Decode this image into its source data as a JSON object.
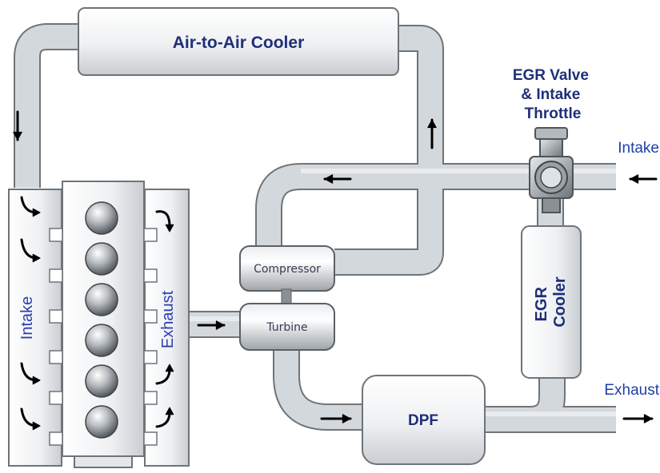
{
  "diagram": {
    "components": {
      "air_cooler": "Air-to-Air Cooler",
      "egr_valve": [
        "EGR Valve",
        "& Intake",
        "Throttle"
      ],
      "compressor": "Compressor",
      "turbine": "Turbine",
      "dpf": "DPF",
      "egr_cooler": [
        "EGR",
        "Cooler"
      ]
    },
    "labels": {
      "intake_manifold": "Intake",
      "exhaust_manifold": "Exhaust",
      "intake_inlet": "Intake",
      "exhaust_outlet": "Exhaust"
    },
    "engine": {
      "cylinder_count": 6
    },
    "colors": {
      "pipe_fill": "#d3d8dc",
      "pipe_stroke": "#6e7478",
      "component_fill": "#f4f5f6",
      "dark_text": "#1f2f78",
      "side_text": "#2a3fae",
      "arrow": "#000000"
    }
  }
}
